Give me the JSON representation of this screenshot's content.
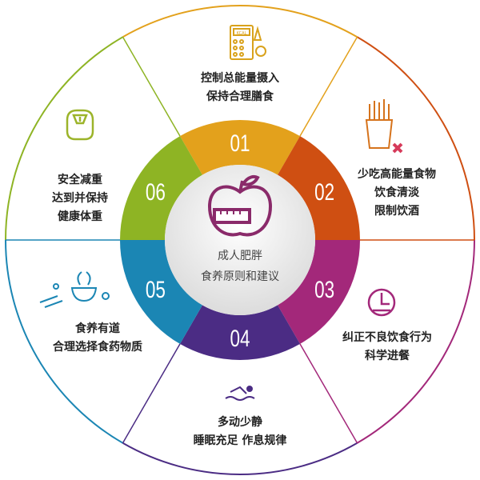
{
  "center": {
    "title": "成人肥胖",
    "subtitle": "食养原则和建议",
    "icon": "apple-tape-measure-icon"
  },
  "segments": [
    {
      "number": "01",
      "lines": [
        "控制总能量摄入",
        "保持合理膳食"
      ],
      "icon": "calorie-calculator-icon",
      "color": "#e3a11c"
    },
    {
      "number": "02",
      "lines": [
        "少吃高能量食物",
        "饮食清淡",
        "限制饮酒"
      ],
      "icon": "no-fries-icon",
      "color": "#cf4f12"
    },
    {
      "number": "03",
      "lines": [
        "纠正不良饮食行为",
        "科学进餐"
      ],
      "icon": "clock-icon",
      "color": "#a3287a"
    },
    {
      "number": "04",
      "lines": [
        "多动少静",
        "睡眠充足  作息规律"
      ],
      "icon": "swimmer-icon",
      "color": "#4b2c84"
    },
    {
      "number": "05",
      "lines": [
        "食养有道",
        "合理选择食药物质"
      ],
      "icon": "herbs-mortar-icon",
      "color": "#1b86b4"
    },
    {
      "number": "06",
      "lines": [
        "安全减重",
        "达到并保持",
        "健康体重"
      ],
      "icon": "scale-icon",
      "color": "#8eb424"
    }
  ],
  "icon_text": {
    "kcal": "KCAL"
  }
}
